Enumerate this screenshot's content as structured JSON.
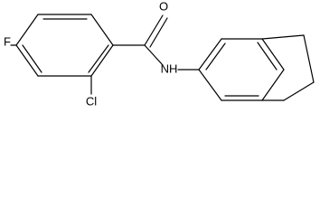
{
  "atoms": {
    "fluorine": "F",
    "oxygen": "O",
    "nitrogen_hydrogen": "NH",
    "chlorine": "Cl"
  }
}
